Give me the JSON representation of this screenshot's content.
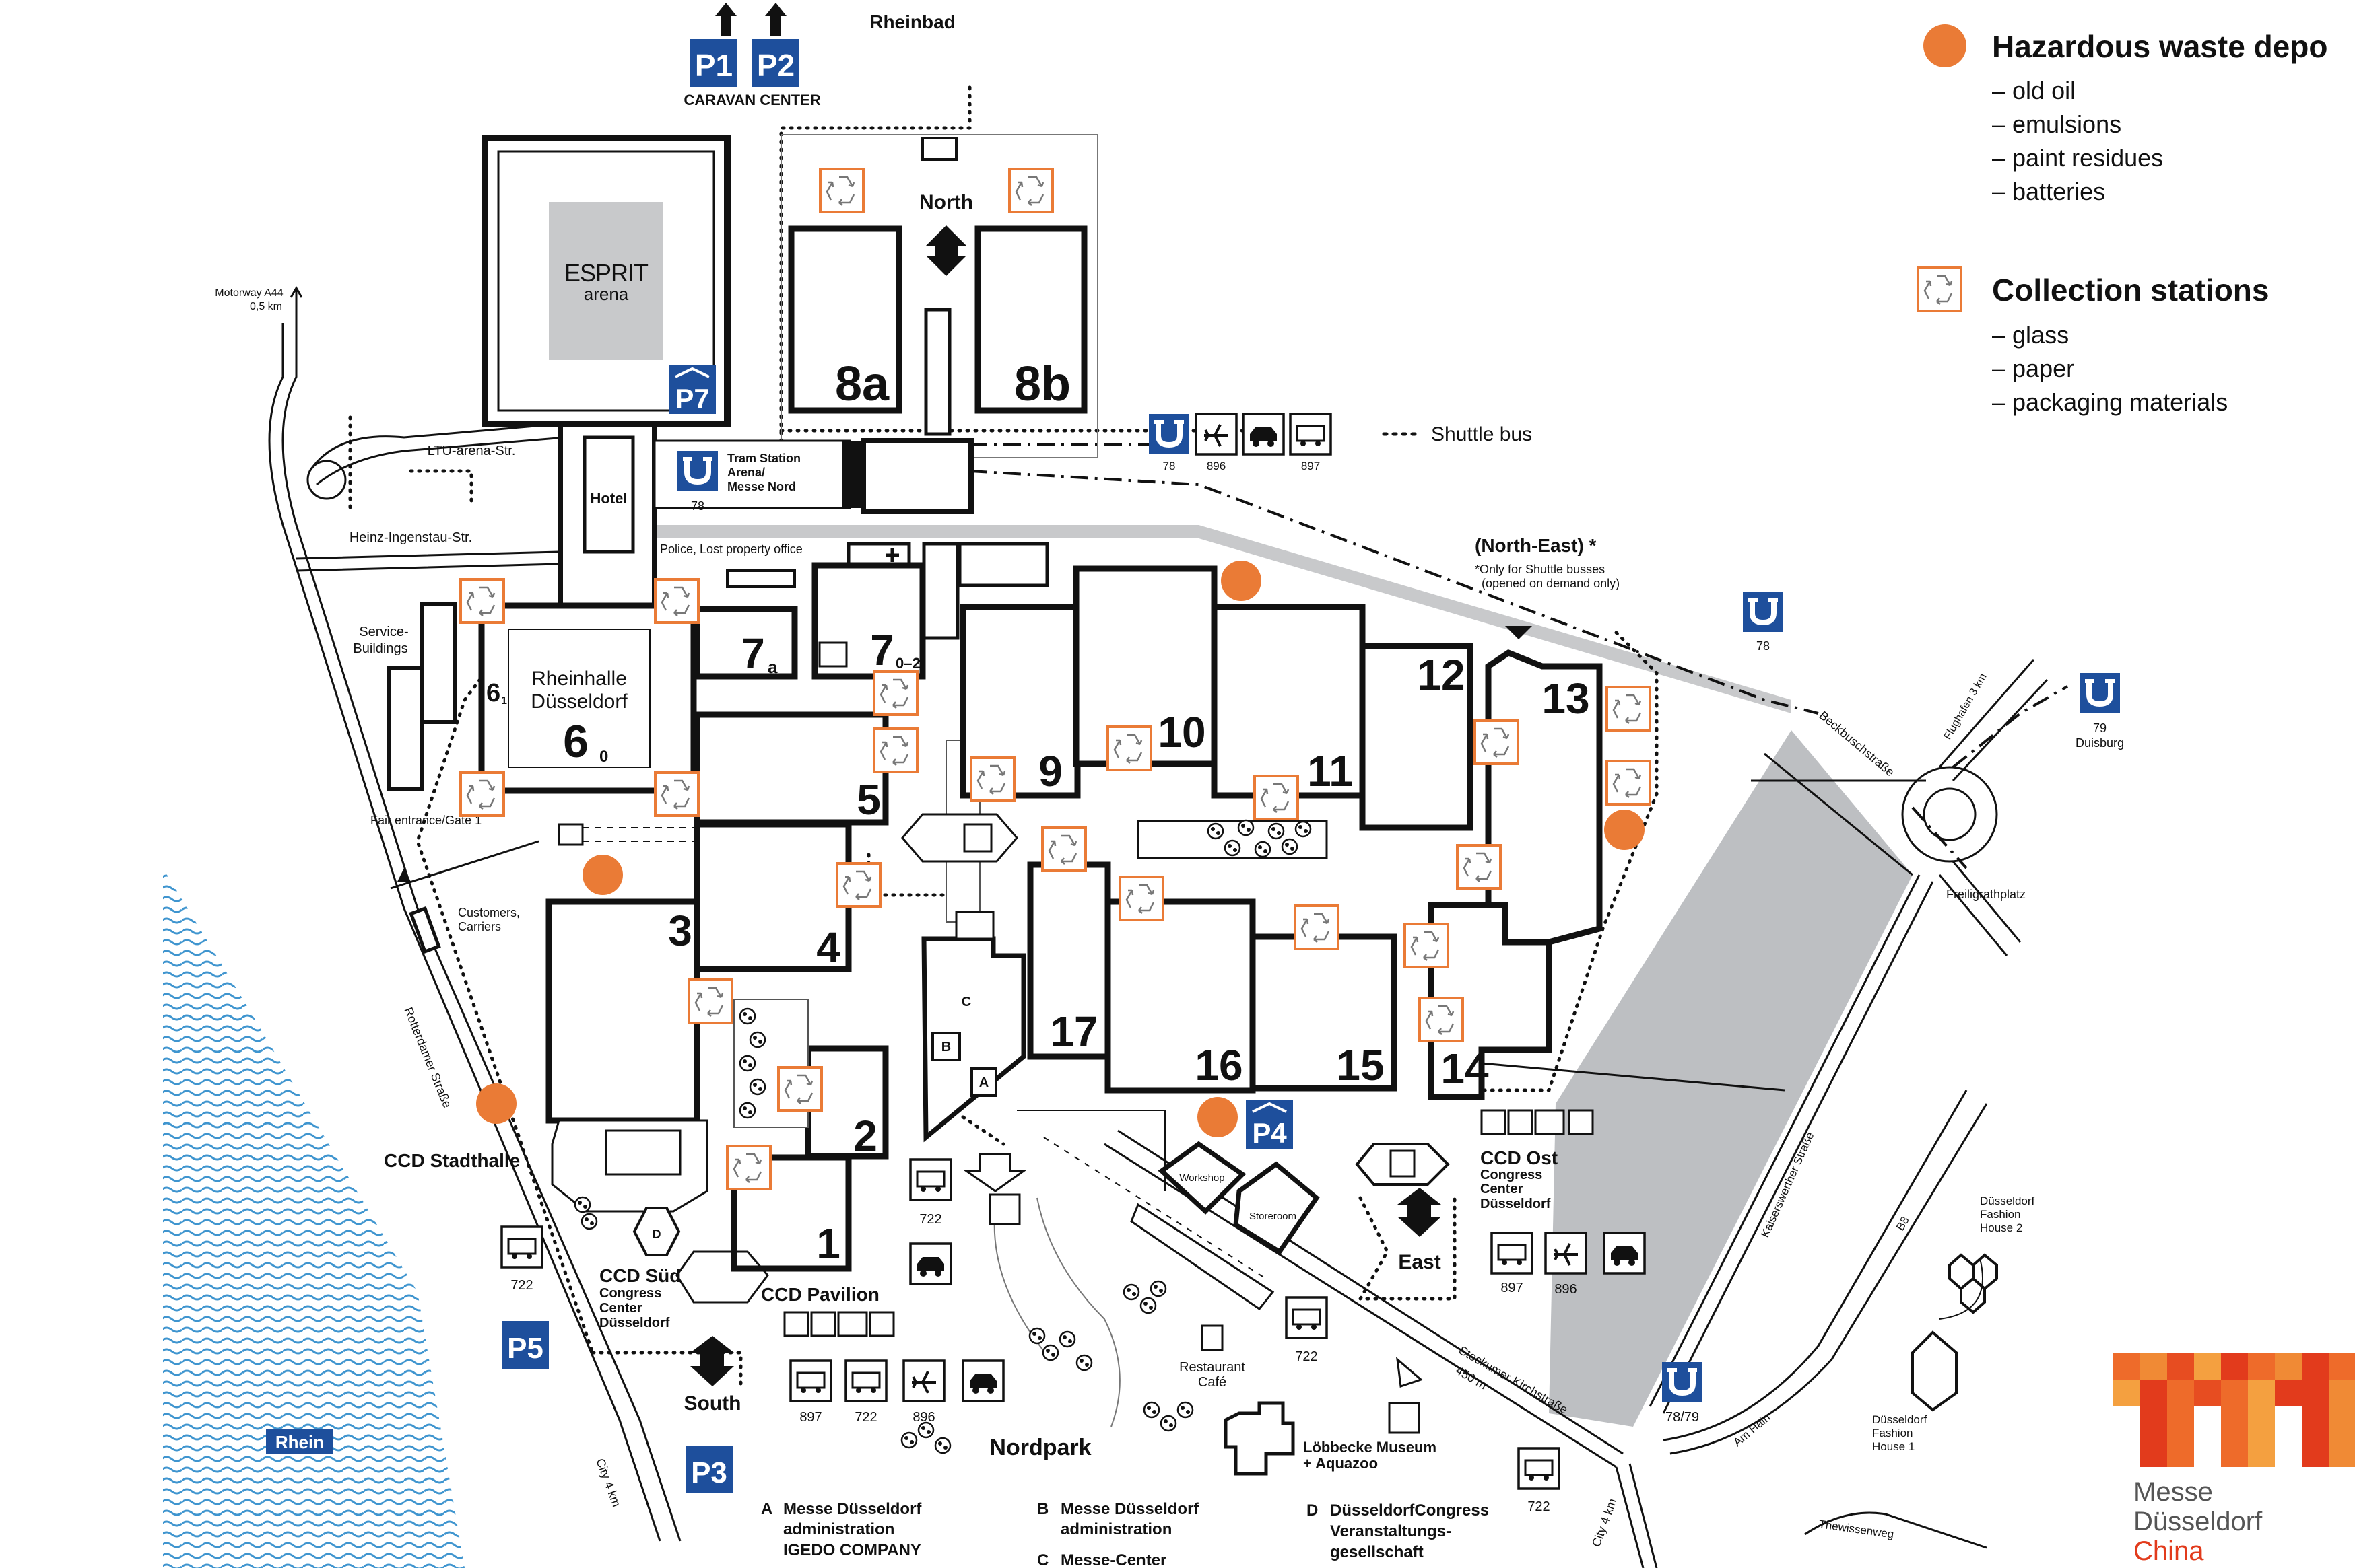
{
  "legend": {
    "hazardous_title": "Hazardous waste depo",
    "hazardous_items": [
      "– old oil",
      "– emulsions",
      "– paint residues",
      "– batteries"
    ],
    "collection_title": "Collection stations",
    "collection_items": [
      "– glass",
      "– paper",
      "– packaging materials"
    ],
    "shuttle_label": "Shuttle bus",
    "colors": {
      "hazardous": "#ea7b36",
      "collection_border": "#ea7b36",
      "parking": "#1e4f9c",
      "river": "#5aa6d6",
      "parking_lot": "#bdbfc2"
    }
  },
  "top": {
    "rheinbad": "Rheinbad",
    "p1": "P1",
    "p2": "P2",
    "caravan": "CARAVAN CENTER",
    "north": "North"
  },
  "arena": {
    "brand": "ESPRIT",
    "sub": "arena",
    "parking": "P7"
  },
  "roads": {
    "motorway": "Motorway A44",
    "motorway_dist": "0,5 km",
    "ltu": "LTU-arena-Str.",
    "heinz": "Heinz-Ingenstau-Str.",
    "rotterdamer": "Rotterdamer Straße",
    "city_left": "City 4 km",
    "city_right": "City 4 km",
    "beckbusch": "Beckbuschstraße",
    "flughafen": "Flughafen 3 km",
    "freiligrath": "Freiligrathplatz",
    "kaiserswerther": "Kaiserswerther Straße",
    "stockumer": "Stockumer Kirchstraße",
    "dist_450": "450 m",
    "am_hain": "Am Hain",
    "thewissen": "Thewissenweg",
    "b8": "B8"
  },
  "labels": {
    "hotel": "Hotel",
    "tram_station": "Tram Station",
    "tram_arena": "Arena/",
    "tram_messe": "Messe Nord",
    "tram_line": "78",
    "police": "Police, Lost property office",
    "service": "Service-",
    "buildings": "Buildings",
    "rheinhalle_1": "Rheinhalle",
    "rheinhalle_2": "Düsseldorf",
    "fair_entrance": "Fair entrance/Gate 1",
    "customers": "Customers,",
    "carriers": "Carriers",
    "north_east": "(North-East) *",
    "north_east_note1": "*Only for Shuttle busses",
    "north_east_note2": "(opened on demand only)",
    "ccd_stadthalle": "CCD Stadthalle",
    "ccd_sued": "CCD Süd",
    "ccd_sued_sub1": "Congress",
    "ccd_sued_sub2": "Center",
    "ccd_sued_sub3": "Düsseldorf",
    "ccd_pavilion": "CCD Pavilion",
    "ccd_ost": "CCD Ost",
    "ccd_ost_sub1": "Congress",
    "ccd_ost_sub2": "Center",
    "ccd_ost_sub3": "Düsseldorf",
    "east": "East",
    "south": "South",
    "workshop": "Workshop",
    "storeroom": "Storeroom",
    "restaurant1": "Restaurant",
    "restaurant2": "Café",
    "nordpark": "Nordpark",
    "loebbecke1": "Löbbecke Museum",
    "loebbecke2": "+ Aquazoo",
    "rhein": "Rhein",
    "fashion2_1": "Düsseldorf",
    "fashion2_2": "Fashion",
    "fashion2_3": "House 2",
    "fashion1_1": "Düsseldorf",
    "fashion1_2": "Fashion",
    "fashion1_3": "House 1",
    "duisburg_line": "79",
    "duisburg": "Duisburg",
    "tram78": "78",
    "tram7879": "78/79",
    "c_label": "C",
    "b_label": "B",
    "a_label": "A",
    "d_label": "D"
  },
  "halls": {
    "h1": "1",
    "h2": "2",
    "h3": "3",
    "h4": "4",
    "h5": "5",
    "h6": "6",
    "h6sub": "0",
    "h6side": "6",
    "h6side_sub": "1",
    "h7": "7",
    "h7sub": "0–2",
    "h7a": "7",
    "h7a_sub": "a",
    "h8a": "8a",
    "h8b": "8b",
    "h9": "9",
    "h10": "10",
    "h11": "11",
    "h12": "12",
    "h13": "13",
    "h14": "14",
    "h15": "15",
    "h16": "16",
    "h17": "17"
  },
  "parking": {
    "p3": "P3",
    "p4": "P4",
    "p5": "P5"
  },
  "transit": {
    "n896": "896",
    "n897": "897",
    "n722": "722",
    "taxi": "TAXI",
    "city": "City",
    "p1p2": "P1+P2"
  },
  "footnotes": [
    {
      "key": "A",
      "line1": "Messe Düsseldorf",
      "line2": "administration",
      "line3": "IGEDO COMPANY"
    },
    {
      "key": "B",
      "line1": "Messe Düsseldorf",
      "line2": "administration",
      "line3": ""
    },
    {
      "key": "C",
      "line1": "Messe-Center",
      "line2": "",
      "line3": ""
    },
    {
      "key": "D",
      "line1": "DüsseldorfCongress",
      "line2": "Veranstaltungs-",
      "line3": "gesellschaft"
    }
  ],
  "logo": {
    "line1": "Messe",
    "line2": "Düsseldorf",
    "line3": "China"
  }
}
